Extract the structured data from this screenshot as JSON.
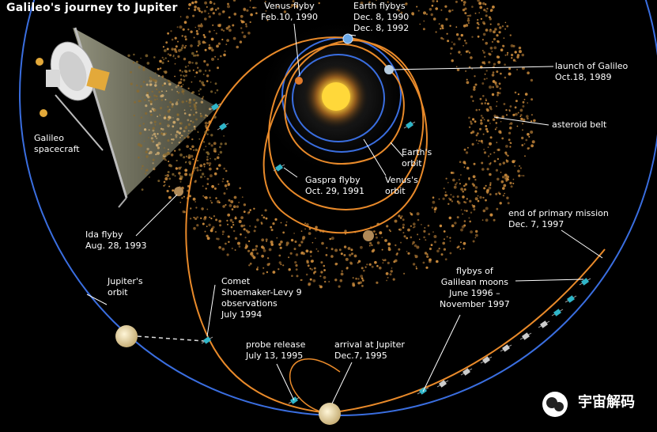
{
  "title": "Galileo's journey to Jupiter",
  "watermark": "宇宙解码",
  "labels": {
    "venus_flyby": "Venus flyby\nFeb.10, 1990",
    "earth_flybys": "Earth flybys\nDec. 8, 1990\nDec. 8, 1992",
    "launch": "launch of Galileo\nOct.18, 1989",
    "asteroid_belt": "asteroid belt",
    "earth_orbit": "Earth's\norbit",
    "venus_orbit": "Venus's\norbit",
    "gaspra": "Gaspra flyby\nOct. 29, 1991",
    "spacecraft": "Galileo\nspacecraft",
    "ida": "Ida flyby\nAug. 28, 1993",
    "jupiter_orbit": "Jupiter's\norbit",
    "comet": "Comet\nShoemaker-Levy 9\nobservations\nJuly 1994",
    "probe_release": "probe release\nJuly 13, 1995",
    "arrival": "arrival at Jupiter\nDec.7, 1995",
    "moons": "flybys of\nGalilean moons\nJune 1996 –\nNovember 1997",
    "end_mission": "end of primary mission\nDec. 7, 1997"
  },
  "colors": {
    "background": "#000000",
    "orbit_blue": "#3a6ee0",
    "trajectory_orange": "#e98a2a",
    "asteroid_dots": "#c98a3c",
    "sun_core": "#ffe14a",
    "beam": "#f0f0c8",
    "leader_line": "#ffffff"
  },
  "icons": [
    "sun-icon",
    "earth-icon",
    "venus-icon",
    "jupiter-icon",
    "spacecraft-icon",
    "asteroid-icon",
    "wechat-icon"
  ]
}
